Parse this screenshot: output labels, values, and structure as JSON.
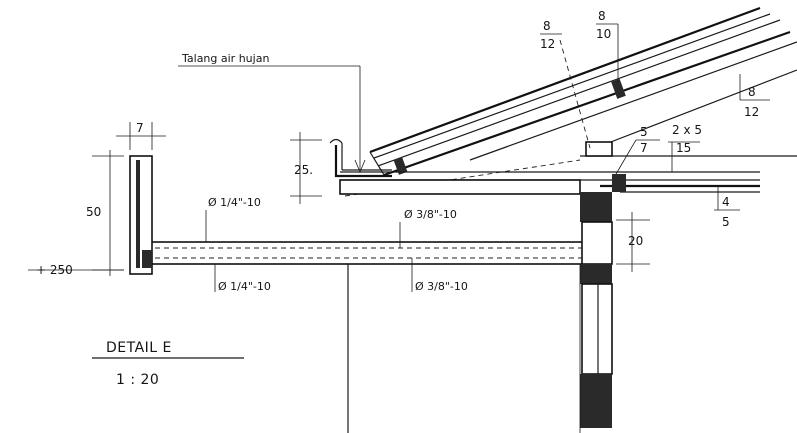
{
  "labels": {
    "gutter": "Talang air hujan",
    "detail_title": "DETAIL E",
    "scale": "1 : 20",
    "rebar_top_left": "Ø 1/4\"-10",
    "rebar_top_right": "Ø 3/8\"-10",
    "rebar_bottom_left": "Ø 1/4\"-10",
    "rebar_bottom_right": "Ø 3/8\"-10"
  },
  "dimensions": {
    "parapet_width": "7",
    "parapet_height": "50",
    "slab_level": "+ 250",
    "gutter_height": "25.",
    "beam_depth": "20",
    "rafter_num": "8",
    "rafter_den": "12",
    "purlin_num": "8",
    "purlin_den": "10",
    "rafter2_num": "8",
    "rafter2_den": "12",
    "plate_num": "5",
    "plate_den": "7",
    "batten_num": "2 x 5",
    "batten_den": "15",
    "fascia_num": "4",
    "fascia_den": "5"
  }
}
